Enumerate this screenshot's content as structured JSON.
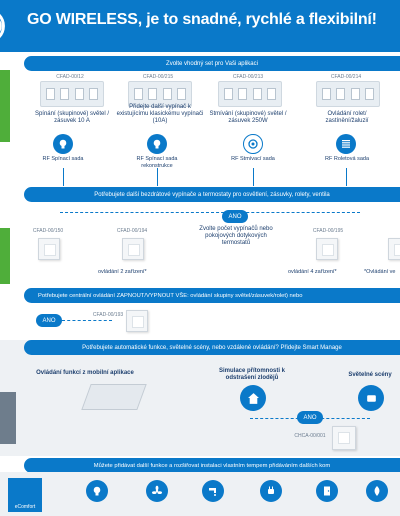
{
  "header": {
    "title": "GO WIRELESS, je to snadné, rychlé a flexibilní!"
  },
  "section1": {
    "pill": "Zvolte vhodný set pro Vaši aplikaci",
    "kits": [
      {
        "code": "CFAD-00/12",
        "desc": "Spínání (skupinové) světel / zásuvek 10 A",
        "badge": "RF Spínací sada"
      },
      {
        "code": "CFAD-00/215",
        "desc": "Přidejte další vypínač k existujícímu klasickému vypínači (10A)",
        "badge": "RF Spínací sada rekonstrukce"
      },
      {
        "code": "CFAD-00/213",
        "desc": "Stmívání (skupinové) světel / zásuvek 250W",
        "badge": "RF Stmívací sada"
      },
      {
        "code": "CFAD-00/214",
        "desc": "Ovládání rolet/ zastínění/žaluzií",
        "badge": "RF Roletová sada"
      }
    ]
  },
  "section2": {
    "pill": "Potřebujete další bezdrátové vypínače a termostaty pro osvětlení, zásuvky, rolety, ventila",
    "ano": "ANO",
    "center_text": "Zvolte počet vypínačů nebo pokojových dotykových termostatů",
    "items": [
      {
        "code": "CFAD-00/150",
        "label": ""
      },
      {
        "code": "CFAD-00/194",
        "label": "ovládání 2 zařízení*"
      },
      {
        "code": "CFAD-00/195",
        "label": "ovládání 4 zařízení*"
      },
      {
        "code": "",
        "label": "*Ovládání ve"
      }
    ]
  },
  "section3": {
    "pill": "Potřebujete centrální ovládání ZAPNOUT/VYPNOUT VŠE: ovládání skupiny světel/zásuvek/rolet) nebo",
    "ano": "ANO",
    "code": "CFAD-00/193"
  },
  "section4": {
    "pill": "Potřebujete automatické funkce, světelné scény, nebo vzdálené ovládání? Přidejte Smart Manage",
    "mobile": "Ovládání funkcí z mobilní aplikace",
    "presence": "Simulace přítomnosti k odstrašení zlodějů",
    "scenes": "Světelné scény",
    "ano": "ANO",
    "code": "CHCA-00/001"
  },
  "section5": {
    "pill": "Můžete přidávat další funkce a rozšiřovat instalaci vlastním tempem přidáváním dalších kom",
    "logo": "eComfort",
    "icons": [
      "lamp-icon",
      "fan-icon",
      "tap-icon",
      "plug-icon",
      "door-icon",
      "fire-icon",
      "box-icon"
    ]
  },
  "colors": {
    "primary": "#0a79c9",
    "accent_green": "#4fae3a",
    "side_grey": "#6e7d8c"
  }
}
